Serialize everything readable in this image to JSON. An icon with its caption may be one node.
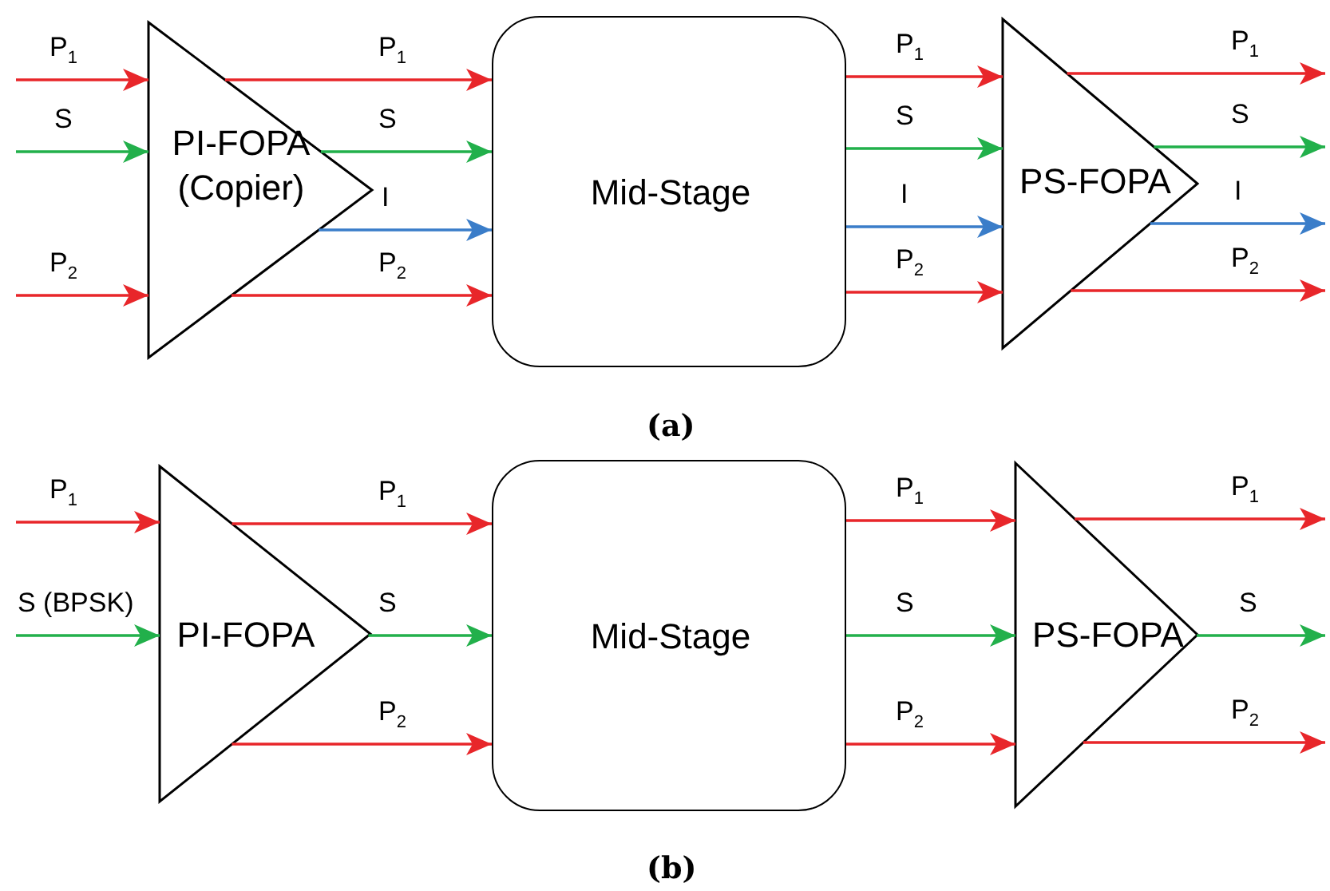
{
  "diagram": {
    "nodes": [
      {
        "text": [
          "PI-FOPA (Copier)"
        ]
      },
      {
        "text": [
          "Mid-Stage"
        ]
      },
      {
        "text": [
          "PS-FOPA"
        ]
      },
      {
        "text": [
          "PI-FOPA"
        ]
      },
      {
        "text": [
          "Mid-Stage"
        ]
      },
      {
        "text": [
          "PS-FOPA"
        ]
      }
    ],
    "edges": [
      {
        "from": null,
        "to": 0,
        "arrow": "to",
        "label": "P$_{1}$"
      },
      {
        "from": null,
        "to": 0,
        "arrow": "to",
        "label": "S",
        "color": "#22b04b"
      },
      {
        "from": null,
        "to": 0,
        "arrow": "to",
        "label": "P$_{2}$"
      },
      {
        "from": 0,
        "to": 1,
        "arrow": "to",
        "label": "P$_{1}$"
      },
      {
        "from": 0,
        "to": 1,
        "arrow": "to",
        "label": "S",
        "color": "#22b04b"
      },
      {
        "from": 0,
        "to": 1,
        "arrow": "to",
        "label": "I",
        "color": "#3a7dc9"
      },
      {
        "from": 0,
        "to": 1,
        "arrow": "to",
        "label": "P$_{2}$"
      },
      {
        "from": 1,
        "to": 2,
        "arrow": "to",
        "label": "P$_{1}$"
      },
      {
        "from": 1,
        "to": 2,
        "arrow": "to",
        "label": "S",
        "color": "#22b04b"
      },
      {
        "from": 1,
        "to": 2,
        "arrow": "to",
        "label": "I",
        "color": "#3a7dc9"
      },
      {
        "from": 1,
        "to": 2,
        "arrow": "to",
        "label": "P$_{2}$"
      },
      {
        "from": 2,
        "to": null,
        "arrow": "to",
        "label": "P$_{1}$"
      },
      {
        "from": 2,
        "to": null,
        "arrow": "to",
        "label": "S",
        "color": "#22b04b"
      },
      {
        "from": 2,
        "to": null,
        "arrow": "to",
        "label": "I",
        "color": "#3a7dc9"
      },
      {
        "from": 2,
        "to": null,
        "arrow": "to",
        "label": "P$_{2}$"
      },
      {
        "from": null,
        "to": 3,
        "arrow": "to",
        "label": "P$_{1}$"
      },
      {
        "from": null,
        "to": 3,
        "arrow": "to",
        "label": "S (BPSK)",
        "color": "#22b04b"
      },
      {
        "from": 3,
        "to": 4,
        "arrow": "to",
        "label": "P$_{1}$"
      },
      {
        "from": 3,
        "to": 4,
        "arrow": "to",
        "label": "S",
        "color": "#22b04b"
      },
      {
        "from": 3,
        "to": 4,
        "arrow": "to",
        "label": "P$_{2}$"
      },
      {
        "from": 4,
        "to": 5,
        "arrow": "to",
        "label": "P$_{1}$"
      },
      {
        "from": 4,
        "to": 5,
        "arrow": "to",
        "label": "S",
        "color": "#22b04b"
      },
      {
        "from": 4,
        "to": 5,
        "arrow": "to",
        "label": "P$_{2}$"
      },
      {
        "from": 5,
        "to": null,
        "arrow": "to",
        "label": "P$_{1}$"
      },
      {
        "from": 5,
        "to": null,
        "arrow": "to",
        "label": "S",
        "color": "#22b04b"
      },
      {
        "from": 5,
        "to": null,
        "arrow": "to",
        "label": "P$_{2}$"
      }
    ],
    "labels": [
      "(a)",
      "(b)"
    ]
  }
}
